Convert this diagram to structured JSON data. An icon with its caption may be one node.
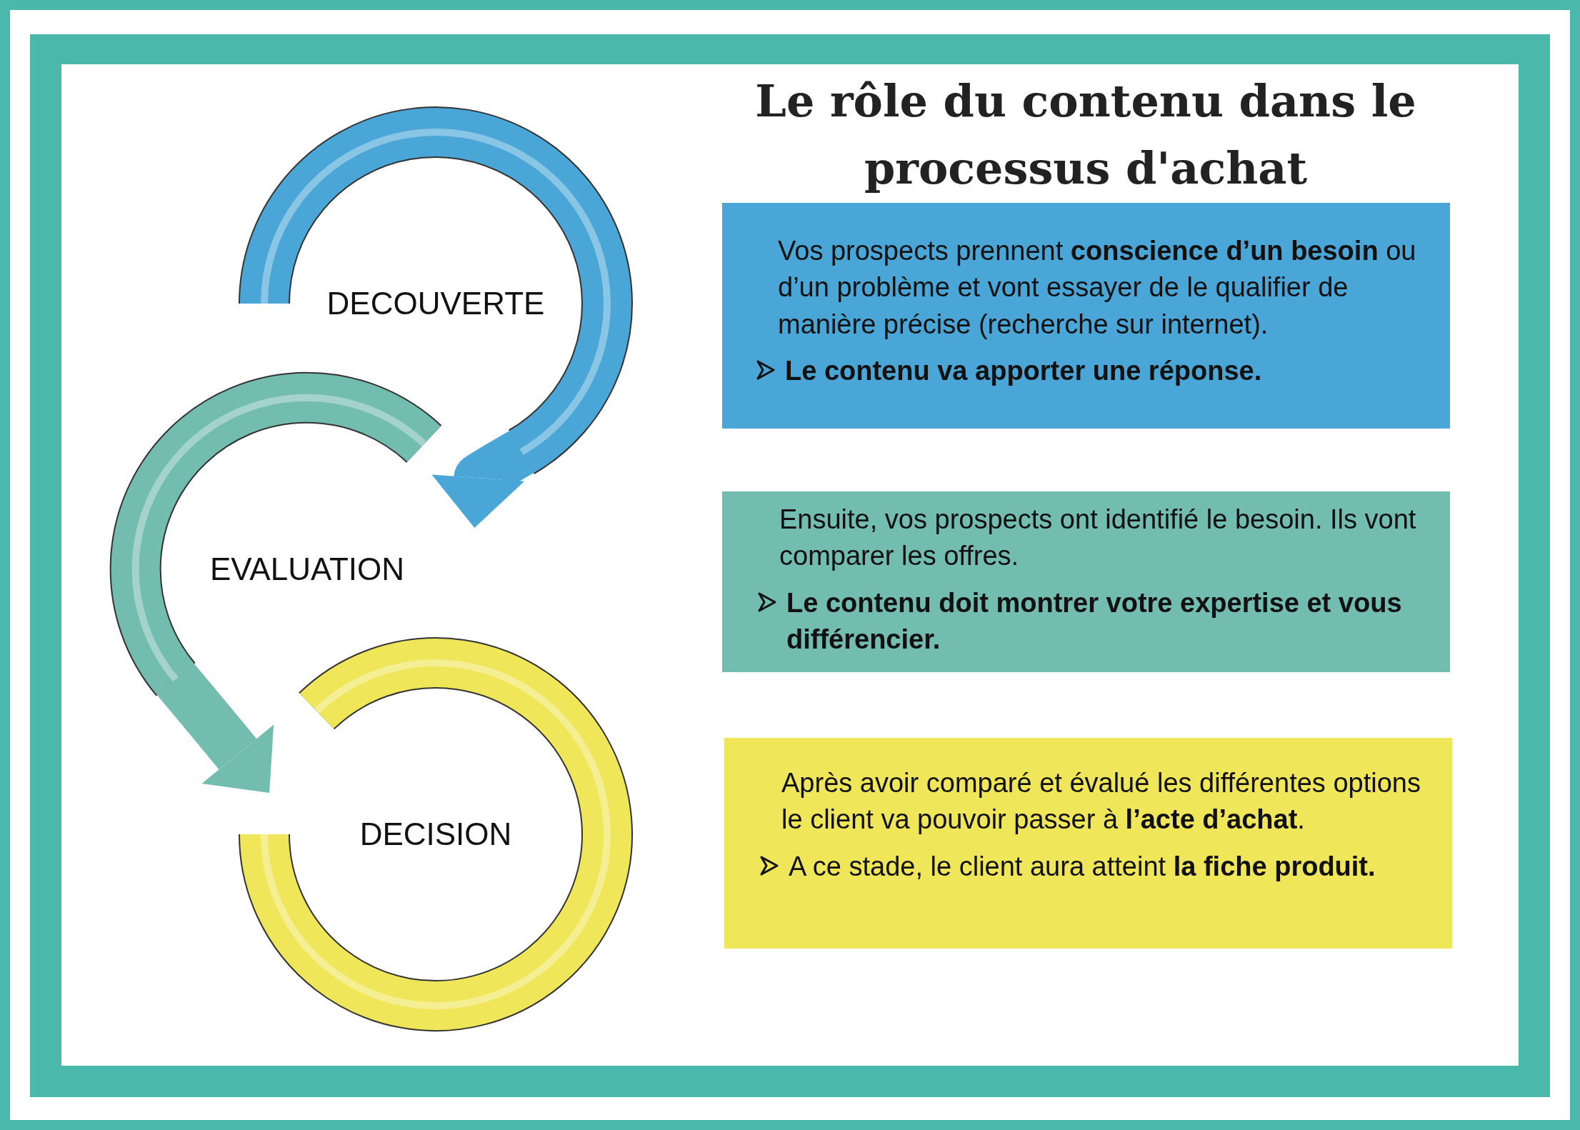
{
  "diagram": {
    "title": "Le rôle du contenu dans le processus d'achat",
    "nodes": [
      {
        "text": [
          "DECOUVERTE"
        ]
      },
      {
        "text": [
          "EVALUATION"
        ]
      },
      {
        "text": [
          "DECISION"
        ]
      },
      {
        "text": [
          "Vos prospects prennent **conscience d’un besoin** ou d’un problème et vont essayer de le qualifier de manière précise (recherche sur internet).",
          "Le contenu va apporter une réponse."
        ]
      },
      {
        "text": [
          "Ensuite, vos prospects ont identifié le besoin. Ils vont comparer les offres.",
          "Le contenu doit montrer votre expertise et vous différencier."
        ]
      },
      {
        "text": [
          "Après avoir comparé et évalué les différentes options le client va pouvoir passer à **l’acte d’achat**.",
          "A ce stade, le client aura atteint **la fiche produit.**"
        ]
      }
    ],
    "edges": [
      {
        "from": 0,
        "to": 1,
        "arrow": "to",
        "color": "#4aa6d6"
      },
      {
        "from": 1,
        "to": 2,
        "arrow": "to",
        "color": "#72bcb0"
      }
    ]
  }
}
